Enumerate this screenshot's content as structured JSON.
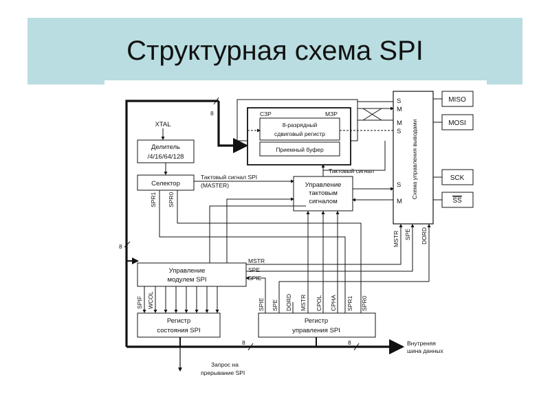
{
  "title": "Структурная схема SPI",
  "blocks": {
    "xtal": "XTAL",
    "divider_line1": "Делитель",
    "divider_line2": "/4/16/64/128",
    "selector": "Селектор",
    "shift_reg_line1": "8-разрядный",
    "shift_reg_line2": "сдвиговый регистр",
    "recv_buffer": "Приемный буфер",
    "clock_ctrl_line1": "Управление",
    "clock_ctrl_line2": "тактовым",
    "clock_ctrl_line3": "сигналом",
    "spi_ctrl_line1": "Управление",
    "spi_ctrl_line2": "модулем SPI",
    "status_reg_line1": "Регистр",
    "status_reg_line2": "состояния SPI",
    "control_reg_line1": "Регистр",
    "control_reg_line2": "управления SPI",
    "pin_ctrl": "Схема управления выводами"
  },
  "pins": {
    "miso": "MISO",
    "mosi": "MOSI",
    "sck": "SCK",
    "ss": "SS"
  },
  "labels": {
    "lsb": "СЗР",
    "msb": "МЗР",
    "clock_signal": "Тактовый сигнал",
    "spi_clock_line1": "Тактовый сигнал SPI",
    "spi_clock_line2": "(MASTER)",
    "bus_width_top": "8",
    "bus_width_left": "8",
    "bus_width_b1": "8",
    "bus_width_b2": "8",
    "internal_bus_line1": "Внутреняя",
    "internal_bus_line2": "шина данных",
    "irq_line1": "Запрос на",
    "irq_line2": "прерывание SPI",
    "s1": "S",
    "m1": "M",
    "m2": "M",
    "s2": "S",
    "s3": "S",
    "m3": "M",
    "spr1_left": "SPR1",
    "spr0_left": "SPR0",
    "mstr_in": "MSTR",
    "spe_in": "SPE",
    "spie_in": "SPIE",
    "spif": "SPIF",
    "wcol": "WCOL",
    "cr_spie": "SPIE",
    "cr_spe": "SPE",
    "cr_dord": "DORD",
    "cr_mstr": "MSTR",
    "cr_cpol": "CPOL",
    "cr_cpha": "CPHA",
    "cr_spr1": "SPR1",
    "cr_spr0": "SPR0",
    "pin_mstr": "MSTR",
    "pin_spe": "SPE",
    "pin_dord": "DORD"
  }
}
